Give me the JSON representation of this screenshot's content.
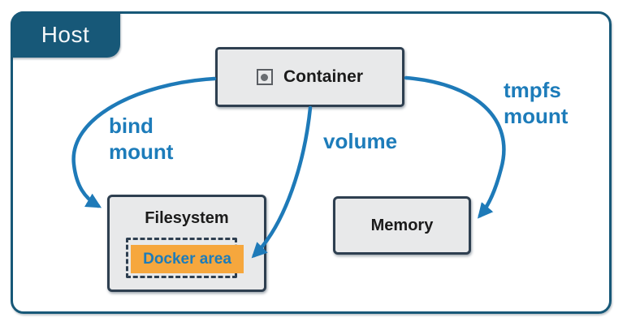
{
  "host": {
    "label": "Host"
  },
  "nodes": {
    "container": {
      "label": "Container",
      "icon": "container-box-icon"
    },
    "filesystem": {
      "label": "Filesystem"
    },
    "docker_area": {
      "label": "Docker area"
    },
    "memory": {
      "label": "Memory"
    }
  },
  "edges": {
    "bind_mount": {
      "lines": [
        "bind",
        "mount"
      ],
      "from": "container",
      "to": "filesystem"
    },
    "volume": {
      "lines": [
        "volume"
      ],
      "from": "container",
      "to": "docker_area"
    },
    "tmpfs_mount": {
      "lines": [
        "tmpfs",
        "mount"
      ],
      "from": "container",
      "to": "memory"
    }
  },
  "colors": {
    "arrow_blue": "#1e7ab8",
    "label_blue": "#1d7cba",
    "host_teal": "#175878",
    "box_fill": "#e8e9ea",
    "box_border": "#2e3f50",
    "docker_area_orange": "#f6a73d",
    "node_text": "#1b1b1b",
    "host_label_text": "#f4f7f9"
  }
}
